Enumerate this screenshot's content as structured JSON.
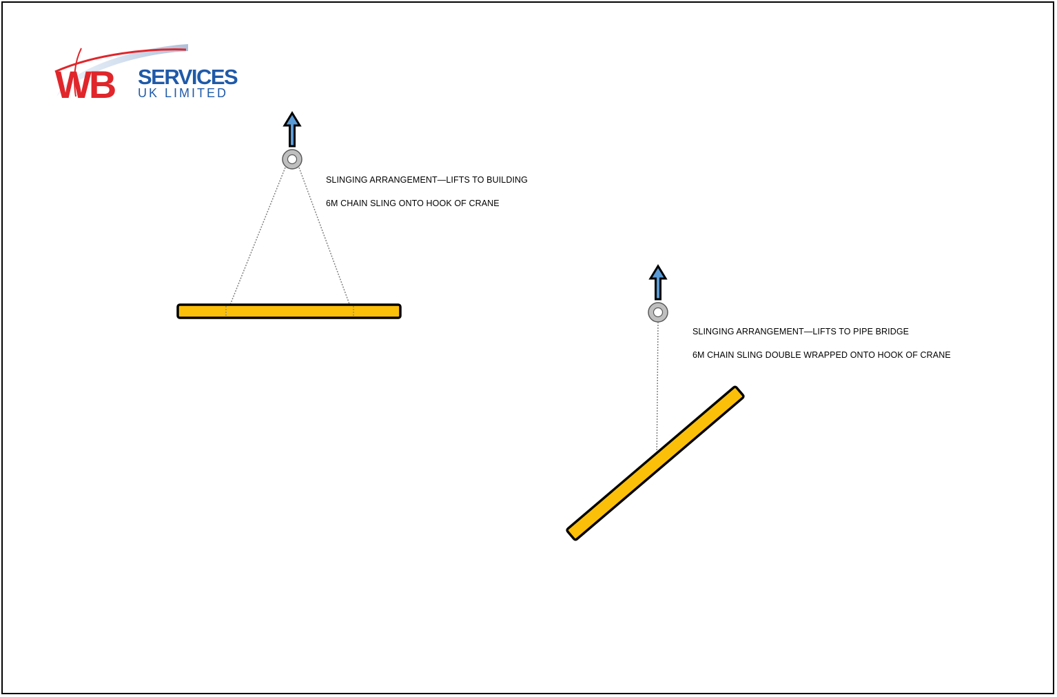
{
  "logo": {
    "brand_initials": "WB",
    "brand_name": "SERVICES",
    "brand_suffix": "UK LIMITED",
    "colors": {
      "red": "#e0262b",
      "blue": "#1f5aa8",
      "swoosh": "#c9d7ea"
    }
  },
  "left_diagram": {
    "title": "SLINGING ARRANGEMENT—LIFTS TO BUILDING",
    "subtitle": "6M CHAIN SLING ONTO HOOK OF CRANE"
  },
  "right_diagram": {
    "title": "SLINGING ARRANGEMENT—LIFTS TO PIPE BRIDGE",
    "subtitle": "6M CHAIN SLING DOUBLE WRAPPED ONTO HOOK OF CRANE"
  },
  "colors": {
    "beam": "#fbbf0a",
    "outline": "#000000",
    "arrow": "#5b9bd5",
    "hook_ring": "#bfbfbf",
    "sling": "#7f7f7f"
  },
  "icons": [
    "up-arrow-icon",
    "crane-hook-icon"
  ]
}
